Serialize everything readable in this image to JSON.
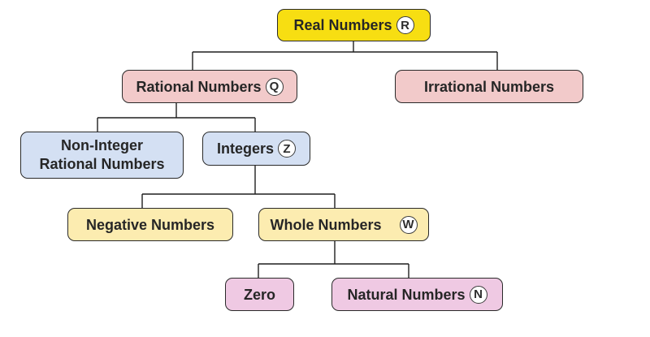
{
  "colors": {
    "real": "#f7de12",
    "rational": "#f2caca",
    "irrational": "#f2caca",
    "noninteger": "#d4e0f3",
    "integers": "#d4e0f3",
    "negative": "#fcecb0",
    "whole": "#fcecb0",
    "zero": "#efc9e3",
    "natural": "#efc9e3",
    "connector": "#1e1e1e",
    "border": "#2a2a2a"
  },
  "nodes": {
    "real": {
      "label": "Real Numbers",
      "symbol": "R"
    },
    "rational": {
      "label": "Rational Numbers",
      "symbol": "Q"
    },
    "irrational": {
      "label": "Irrational Numbers"
    },
    "noninteger": {
      "label": "Non-Integer\nRational Numbers"
    },
    "integers": {
      "label": "Integers",
      "symbol": "Z"
    },
    "negative": {
      "label": "Negative Numbers"
    },
    "whole": {
      "label": "Whole Numbers",
      "symbol": "W"
    },
    "zero": {
      "label": "Zero"
    },
    "natural": {
      "label": "Natural Numbers",
      "symbol": "N"
    }
  },
  "edges": [
    {
      "from": "real",
      "to": "rational"
    },
    {
      "from": "real",
      "to": "irrational"
    },
    {
      "from": "rational",
      "to": "noninteger"
    },
    {
      "from": "rational",
      "to": "integers"
    },
    {
      "from": "integers",
      "to": "negative"
    },
    {
      "from": "integers",
      "to": "whole"
    },
    {
      "from": "whole",
      "to": "zero"
    },
    {
      "from": "whole",
      "to": "natural"
    }
  ]
}
